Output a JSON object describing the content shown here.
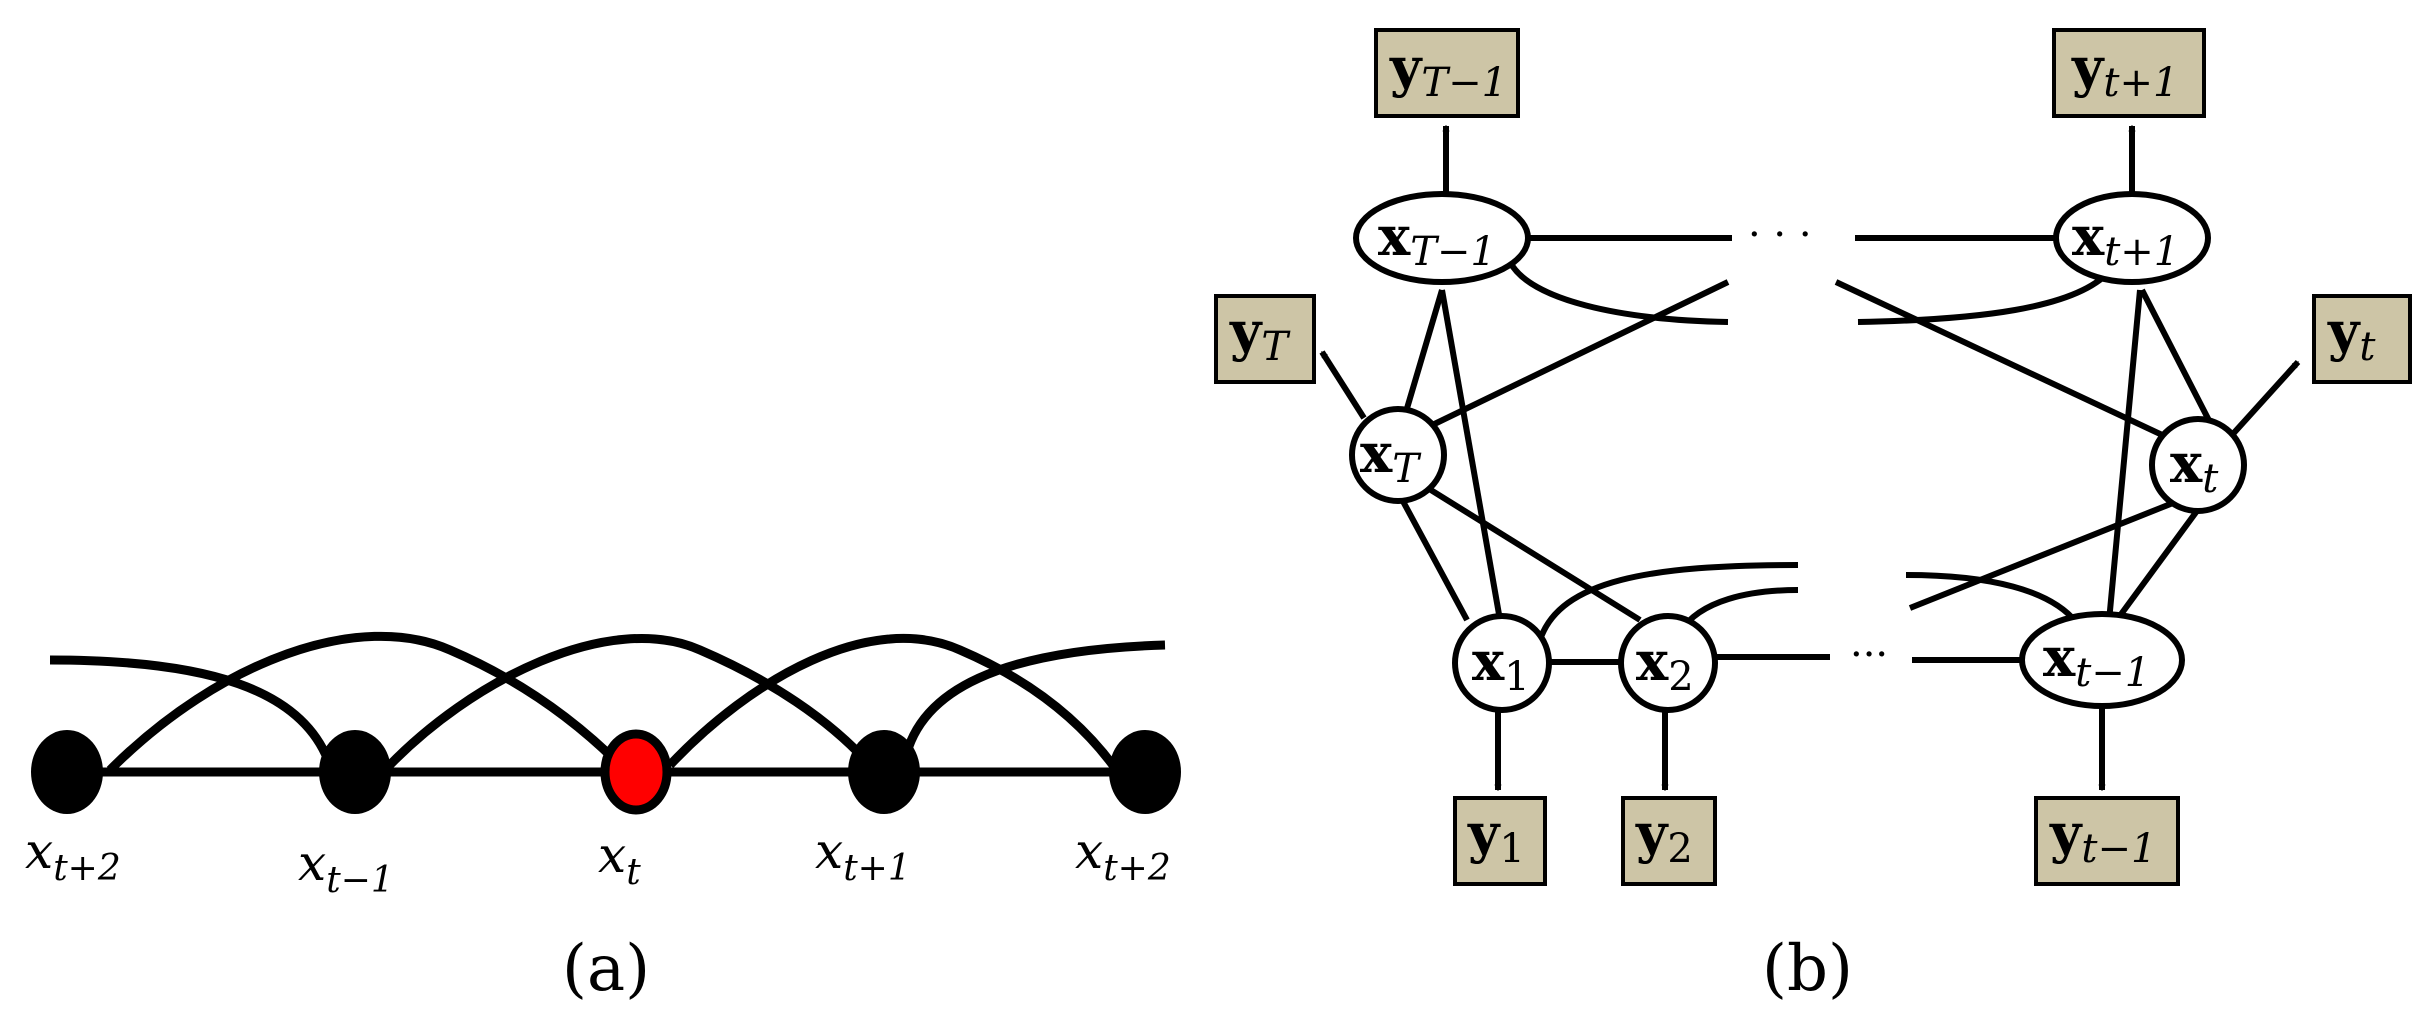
{
  "panel_a": {
    "caption": "(a)",
    "nodes": [
      {
        "base": "x",
        "sub": "t+2"
      },
      {
        "base": "x",
        "sub": "t−1"
      },
      {
        "base": "x",
        "sub": "t"
      },
      {
        "base": "x",
        "sub": "t+1"
      },
      {
        "base": "x",
        "sub": "t+2"
      }
    ],
    "highlight_color": "#ff0000",
    "node_color": "#000000"
  },
  "panel_b": {
    "caption": "(b)",
    "hidden_nodes": [
      {
        "id": "xTm1",
        "base": "x",
        "sub": "T−1"
      },
      {
        "id": "xT",
        "base": "x",
        "sub": "T"
      },
      {
        "id": "x1",
        "base": "x",
        "sub": "1"
      },
      {
        "id": "x2",
        "base": "x",
        "sub": "2"
      },
      {
        "id": "xtm1",
        "base": "x",
        "sub": "t−1"
      },
      {
        "id": "xt",
        "base": "x",
        "sub": "t"
      },
      {
        "id": "xtp1",
        "base": "x",
        "sub": "t+1"
      }
    ],
    "observed_nodes": [
      {
        "id": "yTm1",
        "base": "y",
        "sub": "T−1"
      },
      {
        "id": "yT",
        "base": "y",
        "sub": "T"
      },
      {
        "id": "y1",
        "base": "y",
        "sub": "1"
      },
      {
        "id": "y2",
        "base": "y",
        "sub": "2"
      },
      {
        "id": "ytm1",
        "base": "y",
        "sub": "t−1"
      },
      {
        "id": "yt",
        "base": "y",
        "sub": "t"
      },
      {
        "id": "ytp1",
        "base": "y",
        "sub": "t+1"
      }
    ],
    "ellipsis_top": "· · ·",
    "ellipsis_bottom": "···",
    "observed_fill": "#cdc5a6"
  }
}
